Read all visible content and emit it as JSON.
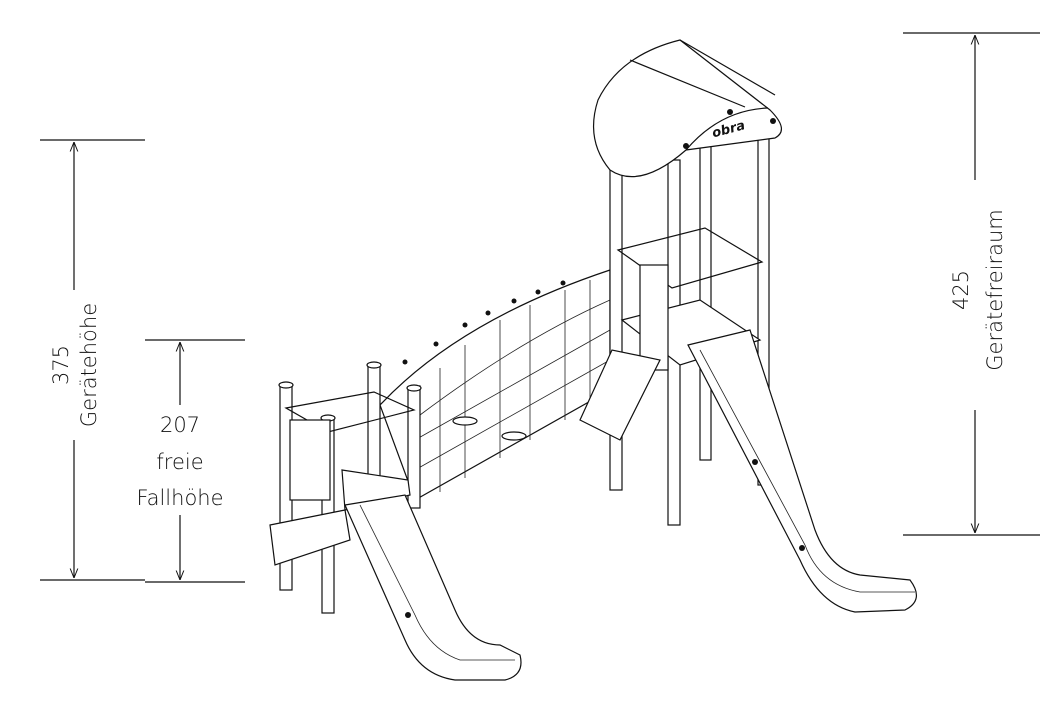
{
  "dimensions": {
    "height": {
      "value": "375",
      "label": "Gerätehöhe"
    },
    "fall_height": {
      "value": "207",
      "label_line1": "freie",
      "label_line2": "Fallhöhe"
    },
    "clearance": {
      "value": "425",
      "label": "Gerätefreiraum"
    }
  },
  "logo": "obra"
}
